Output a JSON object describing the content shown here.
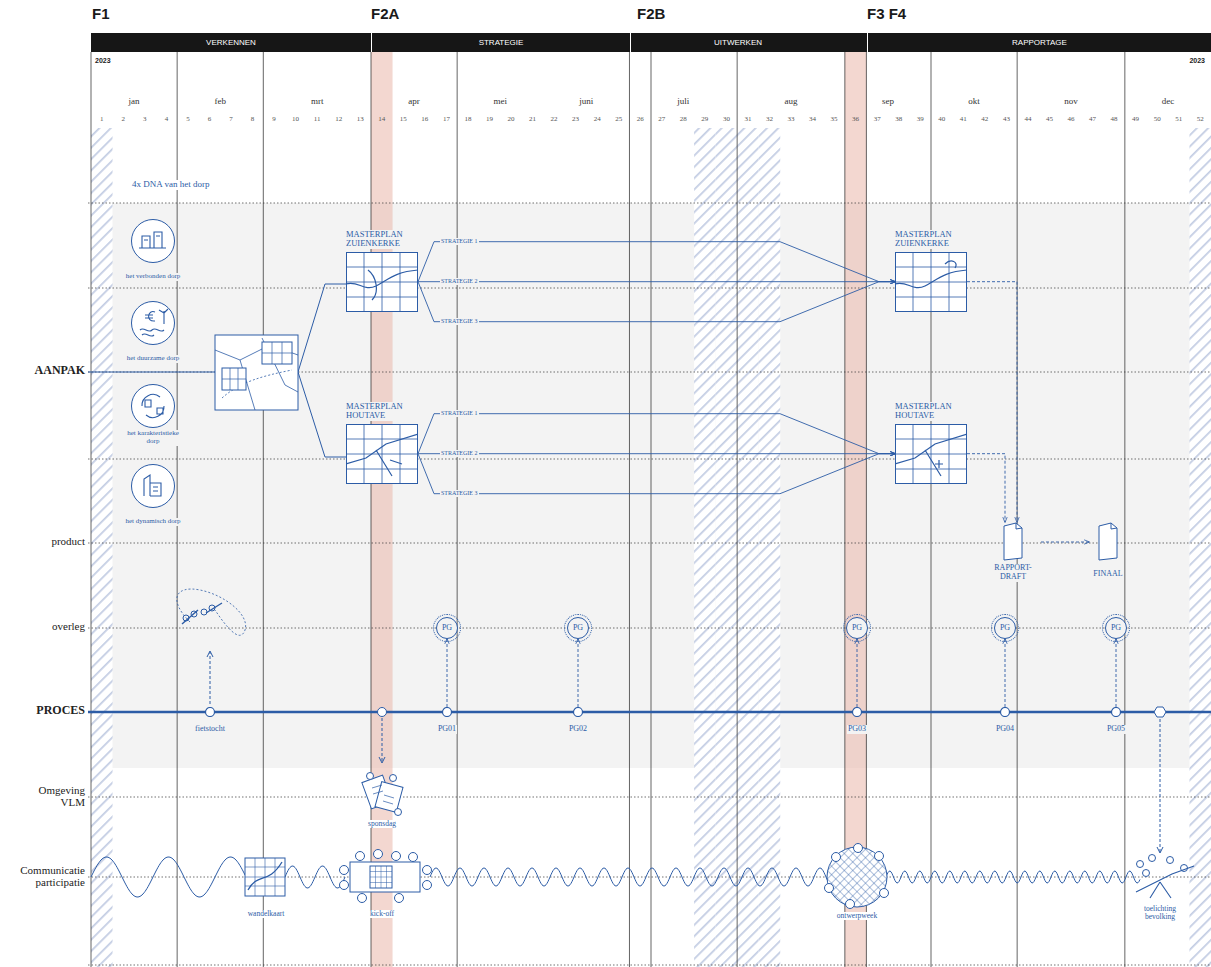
{
  "diagram": {
    "nodes": [
      {
        "text": [
          "VERKENNEN"
        ]
      },
      {
        "text": [
          "STRATEGIE"
        ]
      },
      {
        "text": [
          "UITWERKEN"
        ]
      },
      {
        "text": [
          "RAPPORTAGE"
        ]
      },
      {
        "text": [
          "het verbonden dorp"
        ]
      },
      {
        "text": [
          "het duurzame dorp"
        ]
      },
      {
        "text": [
          "het karakteristieke dorp"
        ]
      },
      {
        "text": [
          "het dynamisch dorp"
        ]
      },
      {
        "text": [
          "MASTERPLAN ZUIENKERKE"
        ]
      },
      {
        "text": [
          "MASTERPLAN HOUTAVE"
        ]
      },
      {
        "text": [
          "MASTERPLAN ZUIENKERKE"
        ]
      },
      {
        "text": [
          "MASTERPLAN HOUTAVE"
        ]
      },
      {
        "text": [
          "RAPPORT-DRAFT"
        ]
      },
      {
        "text": [
          "FINAAL"
        ]
      },
      {
        "text": [
          "PG"
        ]
      },
      {
        "text": [
          "PG"
        ]
      },
      {
        "text": [
          "PG"
        ]
      },
      {
        "text": [
          "PG"
        ]
      },
      {
        "text": [
          "PG"
        ]
      },
      {
        "text": [
          "fietstocht"
        ]
      },
      {
        "text": [
          "PG01"
        ]
      },
      {
        "text": [
          "PG02"
        ]
      },
      {
        "text": [
          "PG03"
        ]
      },
      {
        "text": [
          "PG04"
        ]
      },
      {
        "text": [
          "PG05"
        ]
      }
    ],
    "edges": [
      {
        "from": 8,
        "to": 10,
        "label": "STRATEGIE 1",
        "arrow": "to"
      },
      {
        "from": 8,
        "to": 10,
        "label": "STRATEGIE 2",
        "arrow": "to"
      },
      {
        "from": 8,
        "to": 10,
        "label": "STRATEGIE 3",
        "arrow": "to"
      },
      {
        "from": 9,
        "to": 11,
        "label": "STRATEGIE 1",
        "arrow": "to"
      },
      {
        "from": 9,
        "to": 11,
        "label": "STRATEGIE 2",
        "arrow": "to"
      },
      {
        "from": 9,
        "to": 11,
        "label": "STRATEGIE 3",
        "arrow": "to"
      },
      {
        "from": 10,
        "to": 12,
        "arrow": "to"
      },
      {
        "from": 11,
        "to": 12,
        "arrow": "to"
      },
      {
        "from": 12,
        "to": 13,
        "arrow": "to"
      },
      {
        "from": 20,
        "to": 14,
        "arrow": "to"
      },
      {
        "from": 21,
        "to": 15,
        "arrow": "to"
      },
      {
        "from": 22,
        "to": 16,
        "arrow": "to"
      },
      {
        "from": 23,
        "to": 17,
        "arrow": "to"
      },
      {
        "from": 24,
        "to": 18,
        "arrow": "to"
      }
    ],
    "labels": [
      "F1",
      "F2A",
      "F2B",
      "F3 F4",
      "2023",
      "2023",
      "jan",
      "feb",
      "mrt",
      "apr",
      "mei",
      "juni",
      "juli",
      "aug",
      "sep",
      "okt",
      "nov",
      "dec",
      "1",
      "2",
      "3",
      "4",
      "5",
      "6",
      "7",
      "8",
      "9",
      "10",
      "11",
      "12",
      "13",
      "14",
      "15",
      "16",
      "17",
      "18",
      "19",
      "20",
      "21",
      "22",
      "23",
      "24",
      "25",
      "26",
      "27",
      "28",
      "29",
      "30",
      "31",
      "32",
      "33",
      "34",
      "35",
      "36",
      "37",
      "38",
      "39",
      "40",
      "41",
      "42",
      "43",
      "44",
      "45",
      "46",
      "47",
      "48",
      "49",
      "50",
      "51",
      "52",
      "AANPAK",
      "product",
      "overleg",
      "PROCES",
      "Omgeving VLM",
      "Communicatie participatie",
      "4x DNA van het dorp",
      "sponsdag",
      "wandelkaart",
      "kick-off",
      "ontwerpweek",
      "toelichting bevolking"
    ]
  }
}
